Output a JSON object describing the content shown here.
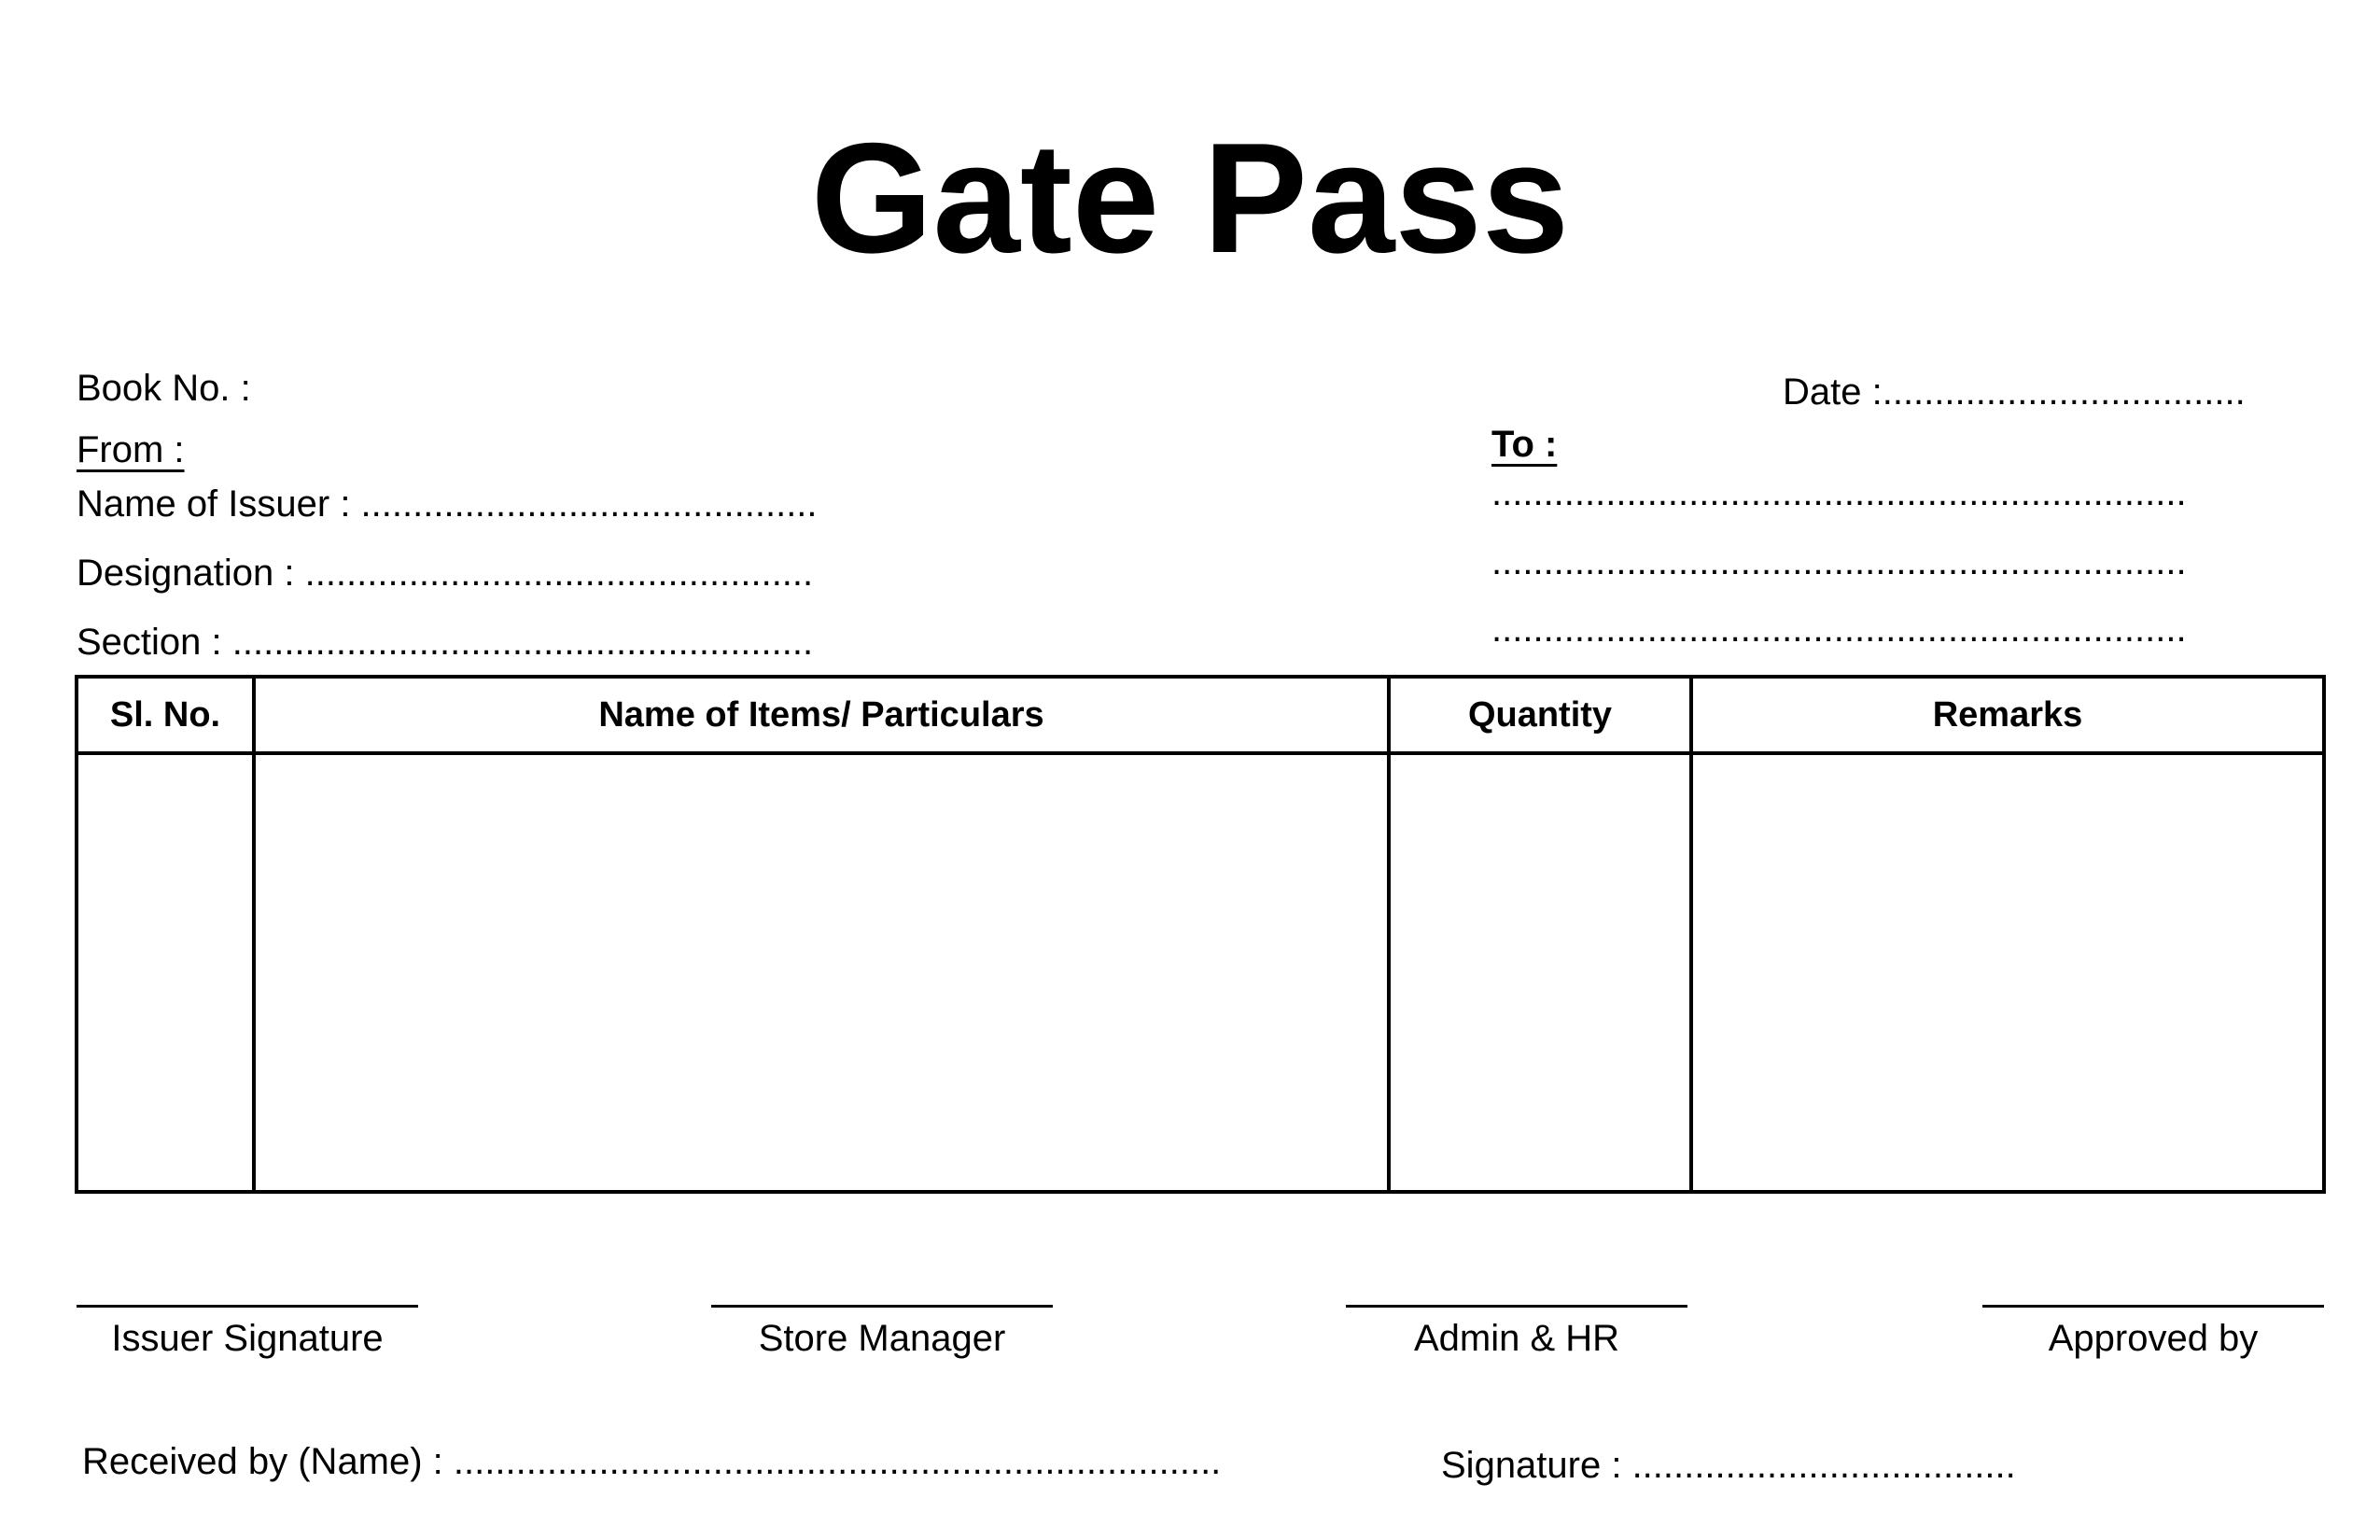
{
  "document": {
    "title": "Gate Pass",
    "book_no": "Book No. :",
    "date": "Date :...................................",
    "from_heading": "From :",
    "to_heading": "To :",
    "issuer_name": "Name  of Issuer : ............................................",
    "designation": "Designation : .................................................",
    "section": "Section : ........................................................",
    "to_lines": [
      "...................................................................",
      "...................................................................",
      "..................................................................."
    ]
  },
  "items_table": {
    "columns": [
      "Sl. No.",
      "Name of Items/ Particulars",
      "Quantity",
      "Remarks"
    ],
    "rows": []
  },
  "signatures": [
    "Issuer Signature",
    "Store Manager",
    "Admin & HR",
    "Approved by"
  ],
  "footer": {
    "received_by": "Received by (Name) : ..........................................................................",
    "signature": "Signature : ....................................."
  }
}
